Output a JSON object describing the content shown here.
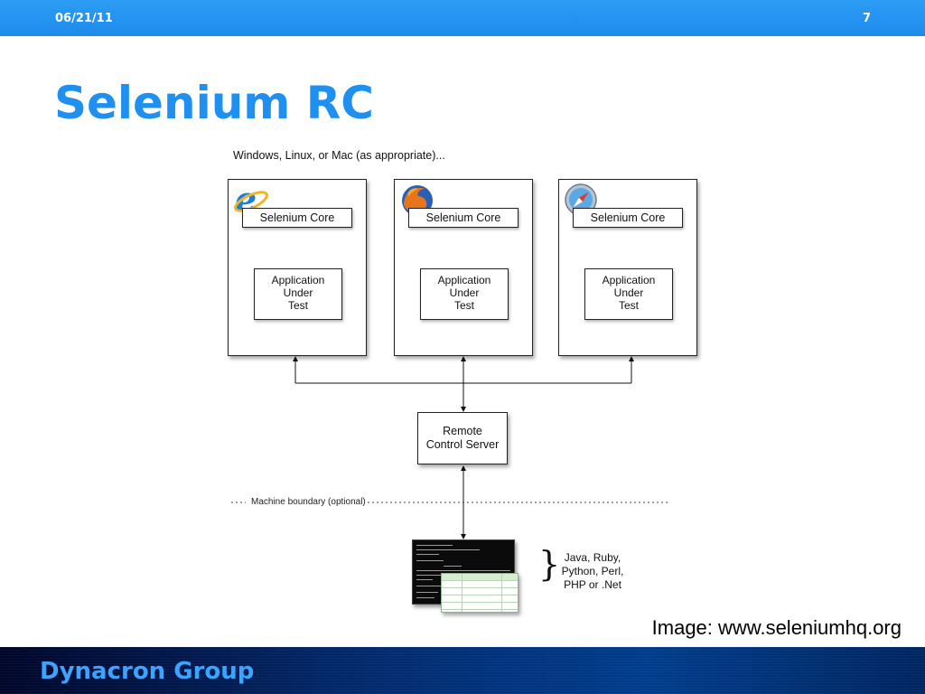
{
  "header": {
    "date": "06/21/11",
    "page_number": "7",
    "bar_color": "#1e8bec"
  },
  "title": "Selenium RC",
  "diagram": {
    "os_caption": "Windows, Linux, or Mac (as appropriate)...",
    "browsers": [
      {
        "icon": "internet-explorer-icon",
        "core_label": "Selenium Core",
        "aut_lines": [
          "Application",
          "Under",
          "Test"
        ]
      },
      {
        "icon": "firefox-icon",
        "core_label": "Selenium Core",
        "aut_lines": [
          "Application",
          "Under",
          "Test"
        ]
      },
      {
        "icon": "safari-icon",
        "core_label": "Selenium Core",
        "aut_lines": [
          "Application",
          "Under",
          "Test"
        ]
      }
    ],
    "server_lines": [
      "Remote",
      "Control Server"
    ],
    "boundary_label": "Machine boundary (optional)",
    "client_languages": [
      "Java, Ruby,",
      "Python, Perl,",
      "PHP or .Net"
    ]
  },
  "credit": "Image: www.seleniumhq.org",
  "footer": {
    "brand": "Dynacron Group",
    "brand_color": "#3ea3ff"
  }
}
